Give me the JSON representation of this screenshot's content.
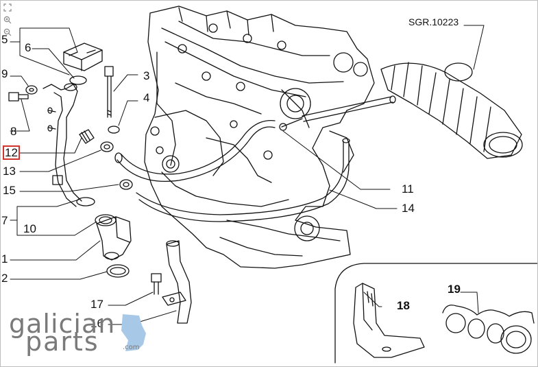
{
  "toolbar": {
    "fit_icon": "fit-view-icon",
    "zoom_in_icon": "zoom-in-icon",
    "zoom_out_icon": "zoom-out-icon"
  },
  "labels": {
    "ref": "SGR.10223",
    "p1": "1",
    "p2": "2",
    "p3": "3",
    "p4": "4",
    "p5": "5",
    "p6": "6",
    "p7": "7",
    "p8": "8",
    "p9": "9",
    "p10": "10",
    "p11": "11",
    "p12": "12",
    "p13": "13",
    "p14": "14",
    "p15": "15",
    "p16": "16",
    "p17": "17",
    "p18": "18",
    "p19": "19"
  },
  "watermark": {
    "line1": "galician",
    "line2": "parts",
    "suffix": ".com",
    "color": "#7a7a7a",
    "accent": "#a8c8e8"
  },
  "colors": {
    "line": "#111111",
    "highlight": "#d0342c",
    "border": "#bdbdbd"
  }
}
